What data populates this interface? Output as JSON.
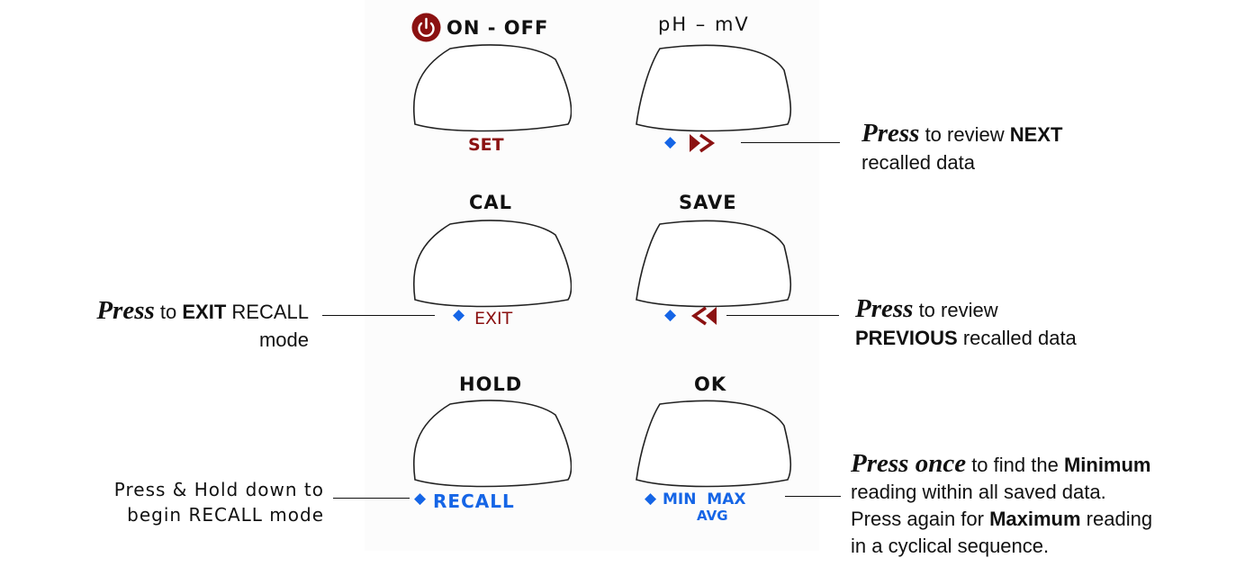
{
  "keys": {
    "onoff": {
      "title": "ON - OFF",
      "sub": "SET"
    },
    "phmv": {
      "title": "pH – mV",
      "sub_icon": "fast-forward-icon"
    },
    "cal": {
      "title": "CAL",
      "sub": "EXIT"
    },
    "save": {
      "title": "SAVE",
      "sub_icon": "rewind-icon"
    },
    "hold": {
      "title": "HOLD",
      "sub": "RECALL"
    },
    "ok": {
      "title": "OK",
      "sub_line1": "MIN  MAX",
      "sub_line2": "AVG"
    }
  },
  "notes": {
    "next": {
      "press": "Press",
      "t1": " to review ",
      "b1": "NEXT",
      "t2": "recalled data"
    },
    "exit": {
      "press": "Press",
      "t1": " to ",
      "b1": "EXIT",
      "t2": " RECALL",
      "t3": "mode"
    },
    "previous": {
      "press": "Press",
      "t1": " to review",
      "b1": "PREVIOUS",
      "t2": " recalled data"
    },
    "recall": {
      "line1": "Press & Hold down to",
      "line2": "begin RECALL mode"
    },
    "minmax": {
      "press": "Press once",
      "t1": " to find the ",
      "b1": "Minimum",
      "t2": "reading within all saved data.",
      "t3": "Press again for ",
      "b2": "Maximum",
      "t4": " reading",
      "t5": "in a cyclical sequence."
    }
  },
  "colors": {
    "dark_red": "#8b1111",
    "blue": "#1565e6",
    "power_icon": "#8b1111"
  },
  "icons": [
    "power-icon",
    "fast-forward-icon",
    "rewind-icon",
    "diamond-icon"
  ]
}
